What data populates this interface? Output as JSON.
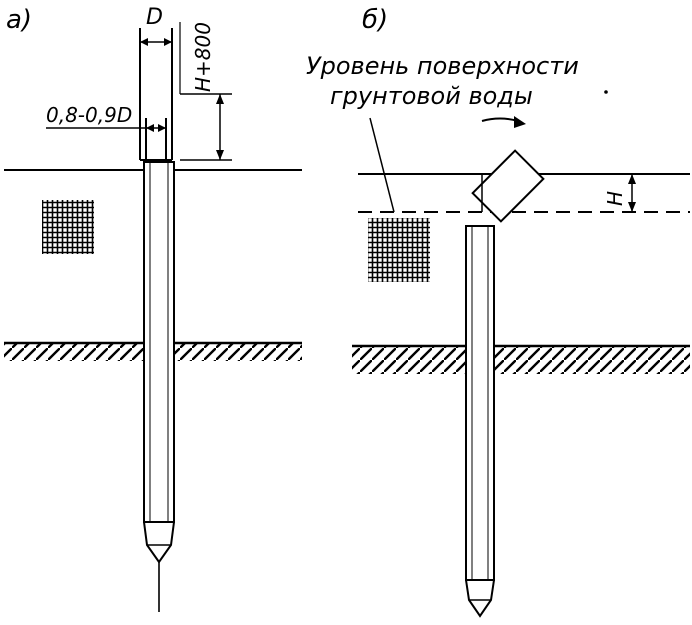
{
  "panel_a": {
    "label": "а)",
    "dim_diameter": "D",
    "dim_height": "H+800",
    "dim_reduced": "0,8-0,9D"
  },
  "panel_b": {
    "label": "б)",
    "water_level_line1": "Уровень поверхности",
    "water_level_line2": "грунтовой воды",
    "dim_depth": "H"
  },
  "colors": {
    "ink": "#000000",
    "paper": "#ffffff"
  }
}
